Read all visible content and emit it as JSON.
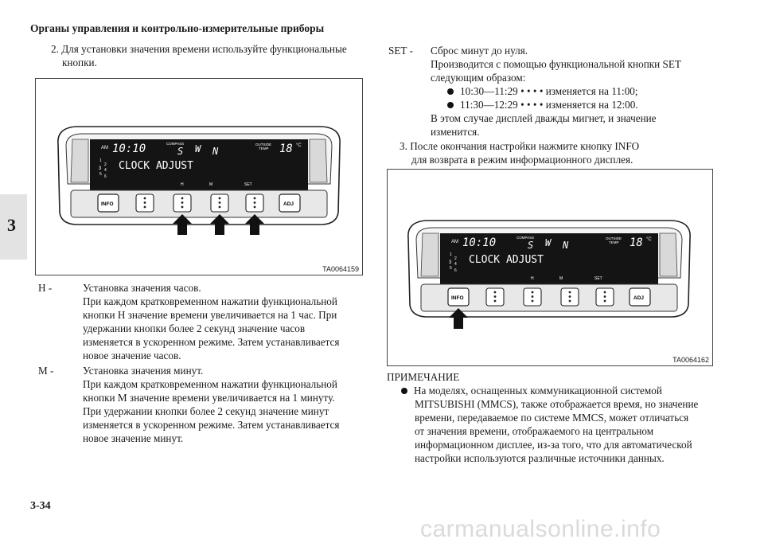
{
  "header": {
    "title": "Органы управления и контрольно-измерительные приборы"
  },
  "tab": {
    "number": "3"
  },
  "page_number": "3-34",
  "watermark": "carmanualsonline.info",
  "step2": {
    "lines": [
      "2. Для установки значения времени используйте функциональные",
      "кнопки."
    ]
  },
  "figure1": {
    "id": "TA0064159",
    "display": {
      "ampm": "AM",
      "time": "10:10",
      "compass_label": "COMPASS",
      "outside_label": "OUTSIDE",
      "temp_label": "TEMP",
      "temp": "18",
      "unit": "°C",
      "compass_s": "S",
      "compass_w": "W",
      "compass_n": "N",
      "gear1": "1",
      "gear2": "2",
      "gear3": "3",
      "gear4": "4",
      "gear5": "5",
      "gear6": "6",
      "message": "CLOCK ADJUST",
      "h": "H",
      "m": "M",
      "set": "SET"
    },
    "buttons": {
      "info": "INFO",
      "adj": "ADJ"
    }
  },
  "h_def": {
    "term": "H -",
    "lines": [
      "Установка значения часов.",
      "При каждом кратковременном нажатии функциональной",
      "кнопки H значение времени увеличивается на 1 час. При",
      "удержании кнопки более 2 секунд значение часов",
      "изменяется в ускоренном режиме. Затем устанавливается",
      "новое значение часов."
    ]
  },
  "m_def": {
    "term": "M -",
    "lines": [
      "Установка значения минут.",
      "При каждом кратковременном нажатии функциональной",
      "кнопки M значение времени увеличивается на 1 минуту.",
      "При удержании кнопки более 2 секунд значение минут",
      "изменяется в ускоренном режиме. Затем устанавливается",
      "новое значение минут."
    ]
  },
  "set_def": {
    "term": "SET -",
    "lines": [
      "Сброс минут до нуля.",
      "Производится с помощью функциональной кнопки SET",
      "следующим образом:"
    ],
    "bullets": [
      "10:30—11:29 • • • • изменяется на 11:00;",
      "11:30—12:29 • • • • изменяется на 12:00."
    ],
    "after": [
      "В этом случае дисплей дважды мигнет, и значение",
      "изменится."
    ]
  },
  "step3": {
    "lines": [
      "3. После окончания настройки нажмите кнопку INFO",
      "для возврата в режим информационного дисплея."
    ]
  },
  "figure2": {
    "id": "TA0064162"
  },
  "note": {
    "title": "ПРИМЕЧАНИЕ",
    "lines": [
      "На моделях, оснащенных коммуникационной системой",
      "MITSUBISHI (MMCS), также отображается время, но значение",
      "времени, передаваемое по системе MMCS, может отличаться",
      "от значения времени, отображаемого на центральном",
      "информационном дисплее, из-за того, что для автоматической",
      "настройки используются различные источники данных."
    ]
  }
}
